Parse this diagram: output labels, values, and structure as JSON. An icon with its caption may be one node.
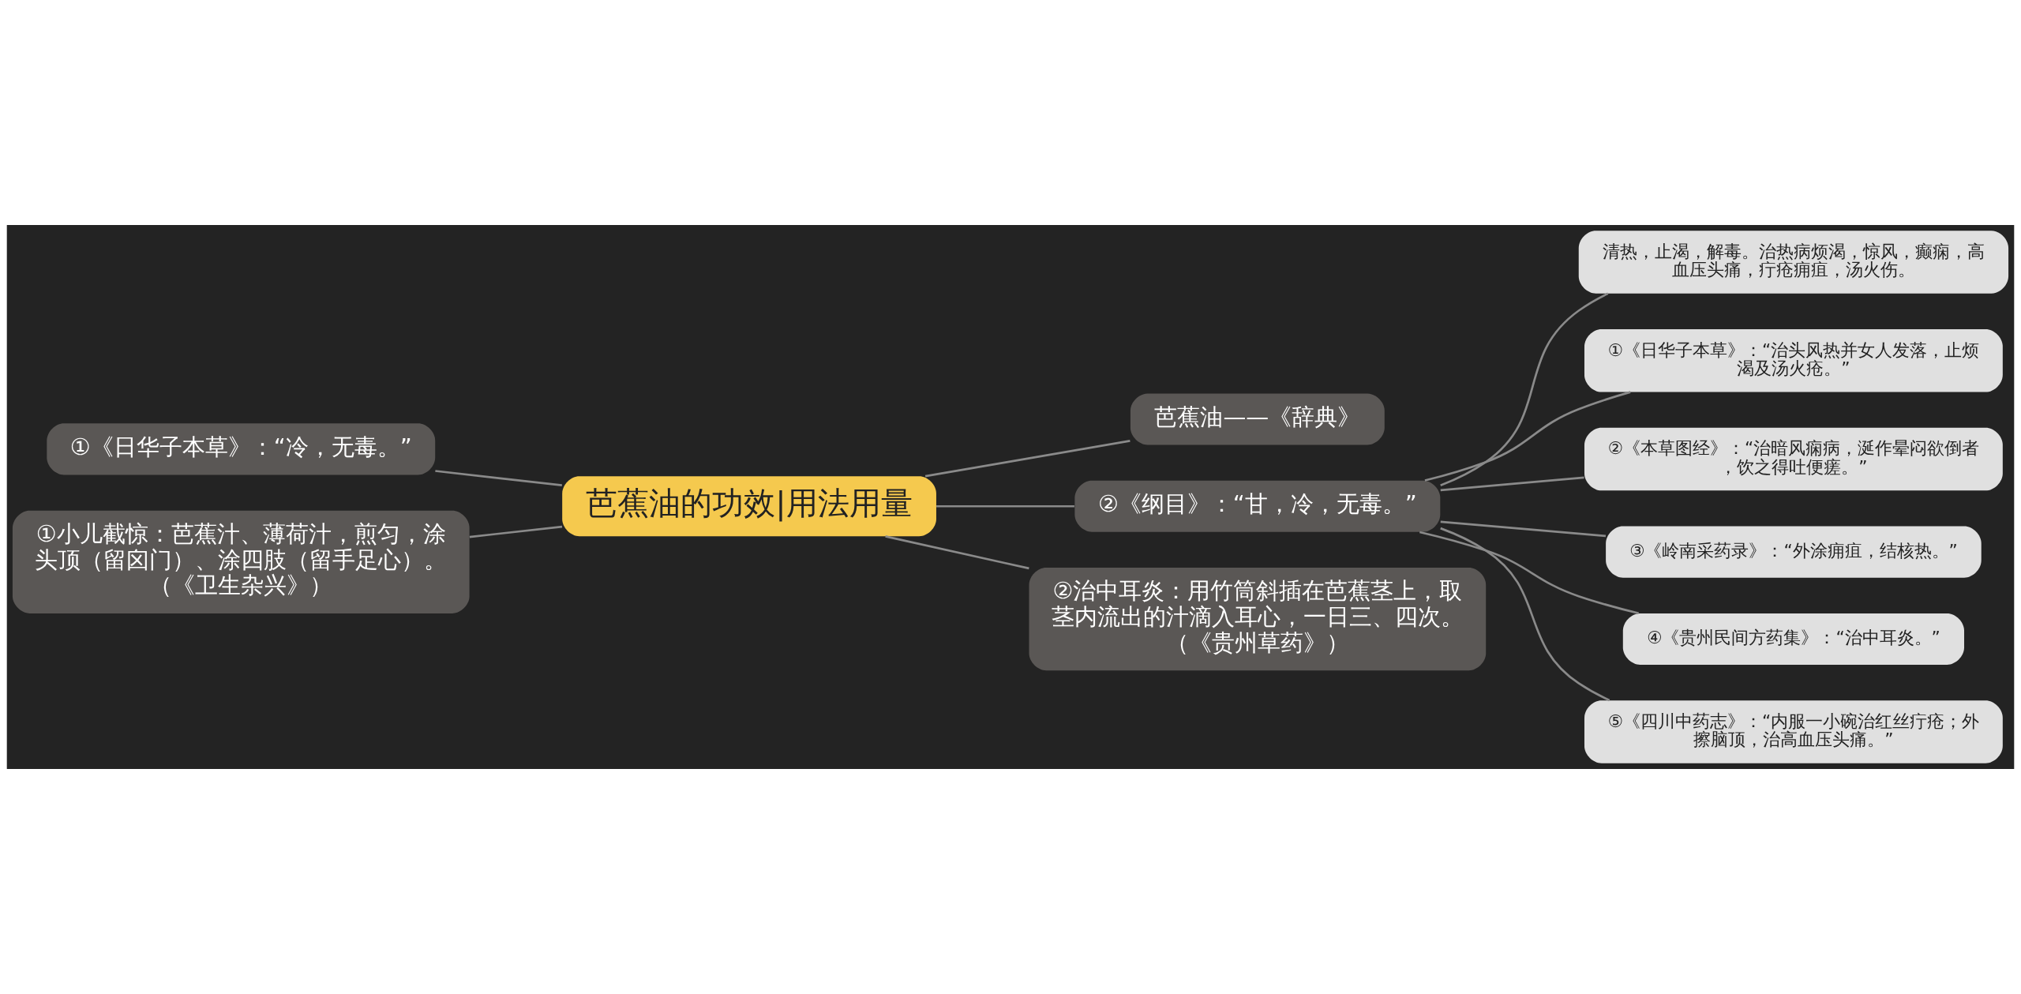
{
  "diagram": {
    "nodes": [
      {
        "text": [
          "芭蕉油的功效|用法用量"
        ]
      },
      {
        "text": [
          "芭蕉油——《辞典》"
        ]
      },
      {
        "text": [
          "②《纲目》：“甘，冷，无毒。”"
        ]
      },
      {
        "text": [
          "清热，止渴，解毒。治热病烦渴，惊风，癫痫，高血压头痛，疔疮痈疽，汤火伤。"
        ]
      },
      {
        "text": [
          "①《日华子本草》：“治头风热并女人发落，止烦渴及汤火疮。”"
        ]
      },
      {
        "text": [
          "②《本草图经》：“治暗风痫病，涎作晕闷欲倒者，饮之得吐便瘥。”"
        ]
      },
      {
        "text": [
          "③《岭南采药录》：“外涂痈疽，结核热。”"
        ]
      },
      {
        "text": [
          "④《贵州民间方药集》：“治中耳炎。”"
        ]
      },
      {
        "text": [
          "⑤《四川中药志》：“内服一小碗治红丝疔疮；外擦脑顶，治高血压头痛。”"
        ]
      },
      {
        "text": [
          "②治中耳炎：用竹筒斜插在芭蕉茎上，取茎内流出的汁滴入耳心，一日三、四次。（《贵州草药》）"
        ]
      },
      {
        "text": [
          "①《日华子本草》：“冷，无毒。”"
        ]
      },
      {
        "text": [
          "①小儿截惊：芭蕉汁、薄荷汁，煎匀，涂头顶（留囟门）、涂四肢（留手足心）。（《卫生杂兴》）"
        ]
      }
    ],
    "edges": [
      {
        "from": 0,
        "to": 1,
        "arrow": "none"
      },
      {
        "from": 0,
        "to": 2,
        "arrow": "none"
      },
      {
        "from": 2,
        "to": 3,
        "arrow": "none"
      },
      {
        "from": 2,
        "to": 4,
        "arrow": "none"
      },
      {
        "from": 2,
        "to": 5,
        "arrow": "none"
      },
      {
        "from": 2,
        "to": 6,
        "arrow": "none"
      },
      {
        "from": 2,
        "to": 7,
        "arrow": "none"
      },
      {
        "from": 2,
        "to": 8,
        "arrow": "none"
      },
      {
        "from": 0,
        "to": 9,
        "arrow": "none"
      },
      {
        "from": 0,
        "to": 10,
        "arrow": "none"
      },
      {
        "from": 0,
        "to": 11,
        "arrow": "none"
      }
    ]
  }
}
